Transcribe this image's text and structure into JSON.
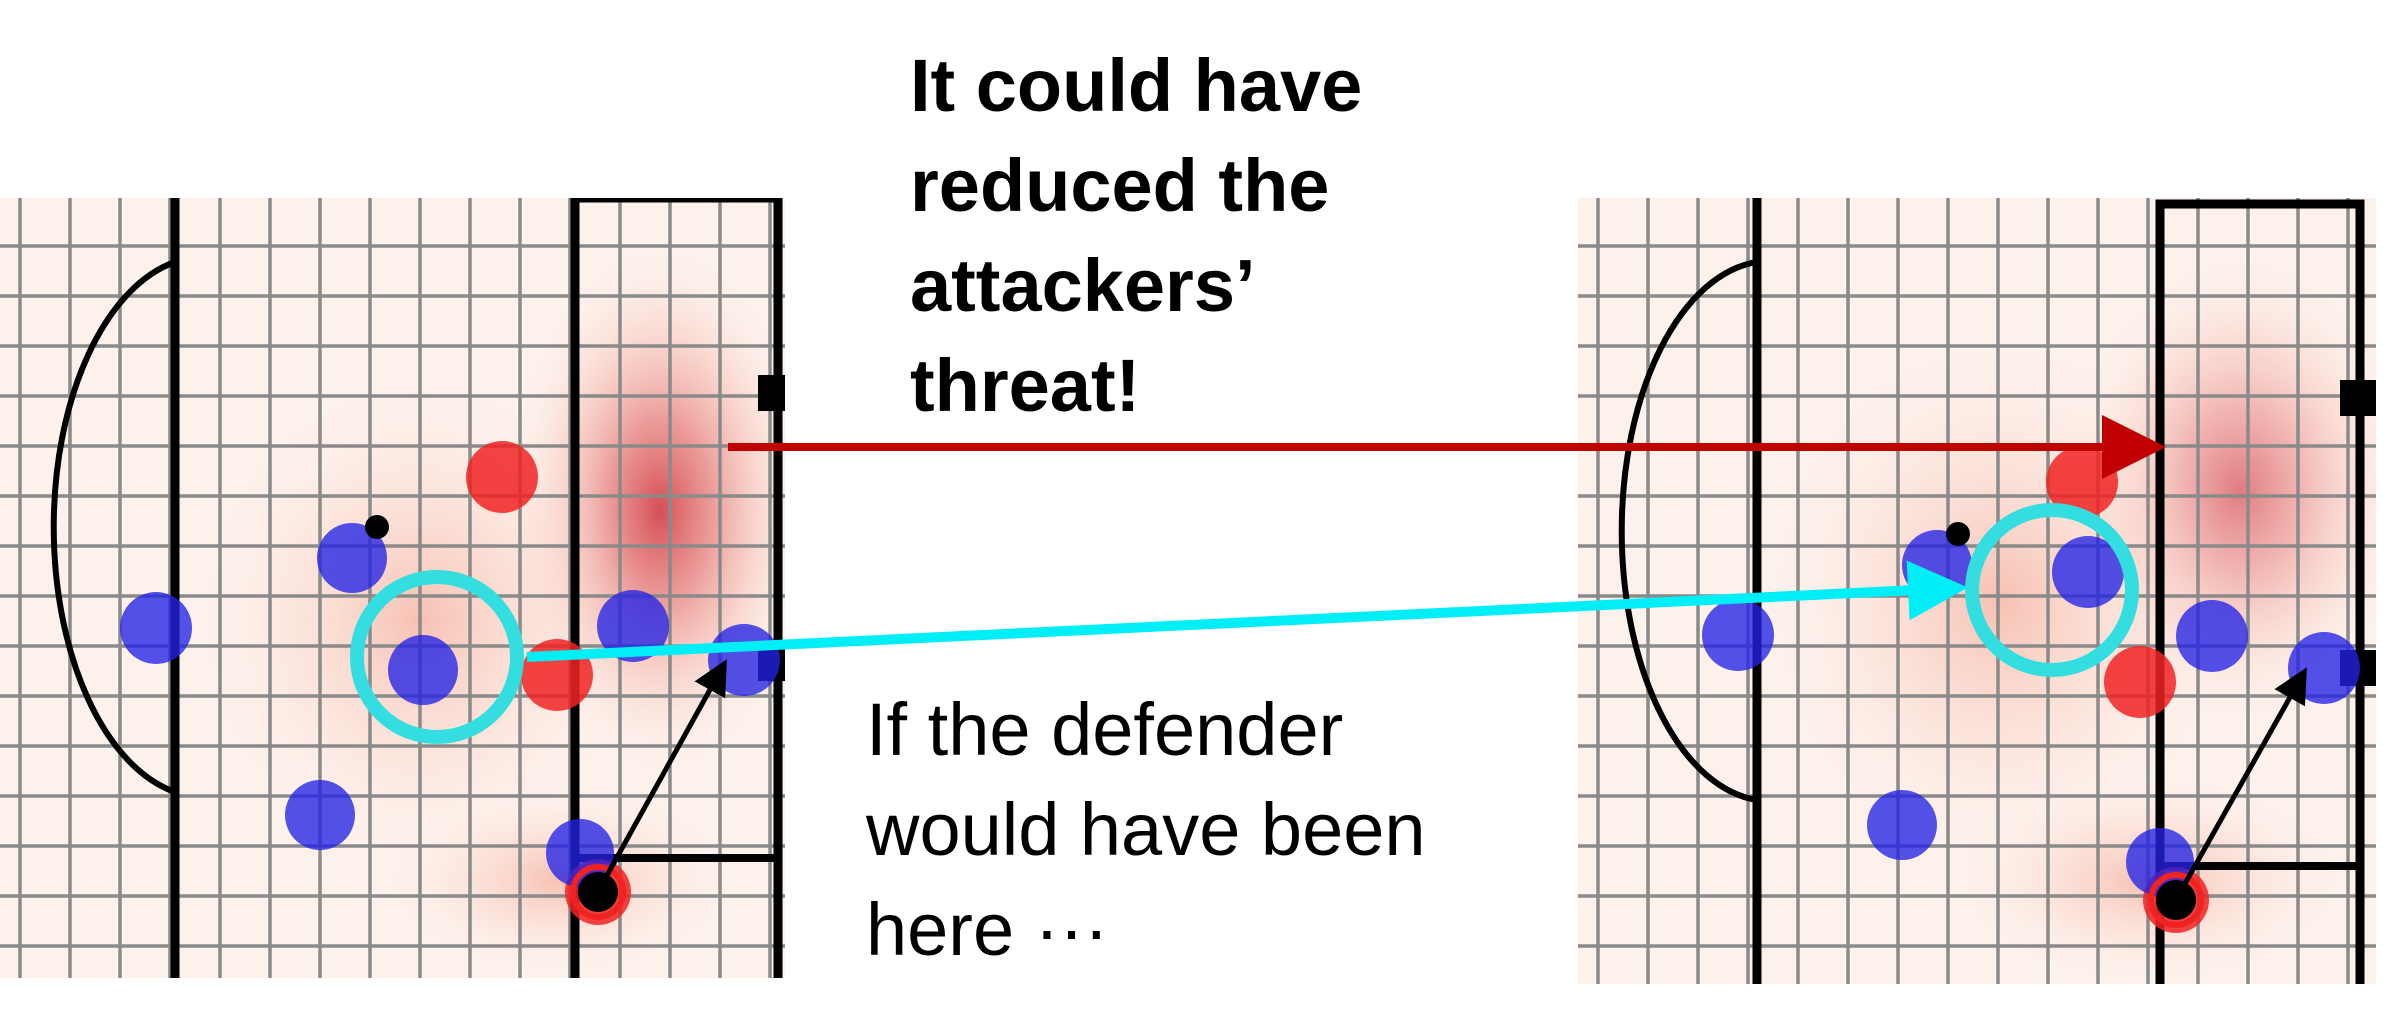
{
  "annotation_top": {
    "lines": [
      "It could have",
      "reduced the",
      "attackers’",
      "threat!"
    ]
  },
  "annotation_bottom": {
    "lines": [
      "If the defender",
      "would have been",
      "here ···"
    ]
  },
  "colors": {
    "grid": "#8a8a8a",
    "field_lines": "#000000",
    "heat": "#e0464a",
    "defenders": "#2323e6",
    "attackers": "#f02323",
    "ball": "#000000",
    "threat_arrow": "#c00000",
    "move_arrow": "#00eef6",
    "highlight_ring": "#34dde0"
  },
  "icons": {
    "attacker": "red-circle-icon",
    "defender": "blue-circle-icon",
    "ball": "black-dot-icon",
    "highlight": "cyan-ring-icon"
  }
}
